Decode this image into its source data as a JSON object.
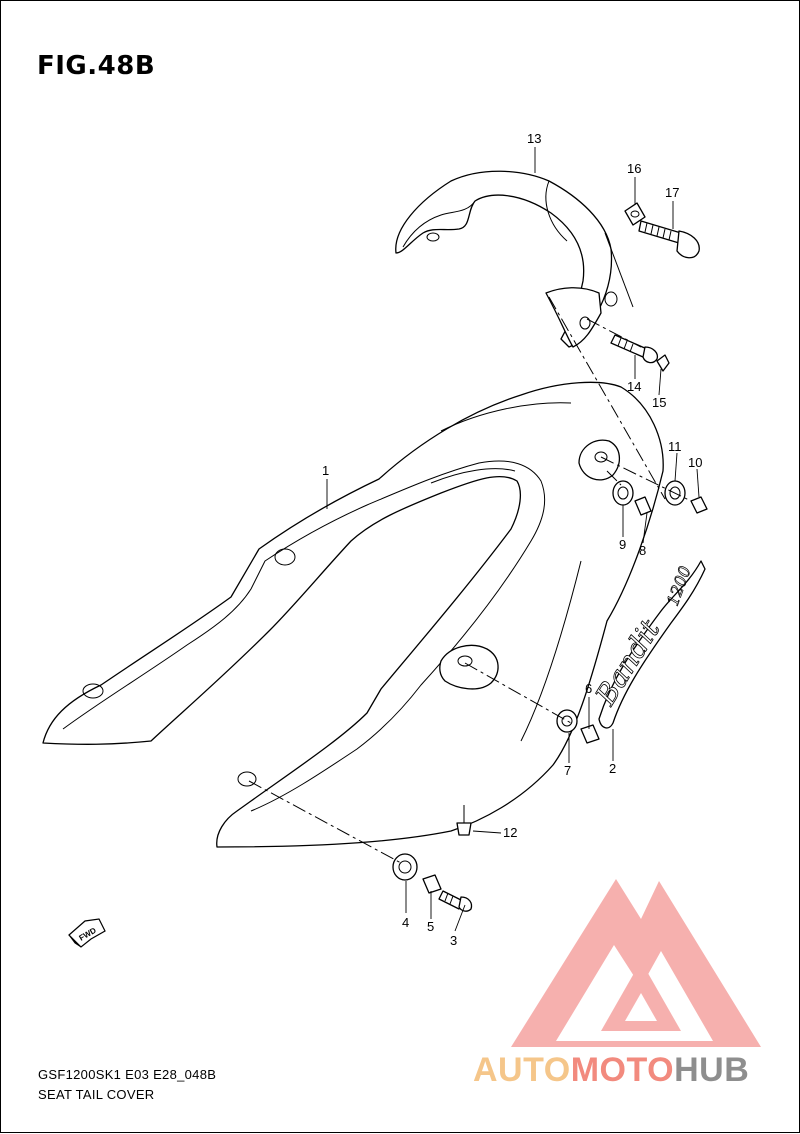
{
  "figure": {
    "title": "FIG.48B",
    "model_code": "GSF1200SK1 E03 E28_048B",
    "section_name": "SEAT TAIL COVER"
  },
  "emblem": {
    "script_text": "Bandit",
    "number": "1200"
  },
  "fwd_marker": {
    "label": "FWD",
    "icon": "forward-arrow-icon"
  },
  "callouts": {
    "c1": "1",
    "c2": "2",
    "c3": "3",
    "c4": "4",
    "c5": "5",
    "c6": "6",
    "c7": "7",
    "c8": "8",
    "c9": "9",
    "c10": "10",
    "c11": "11",
    "c12": "12",
    "c13": "13",
    "c14": "14",
    "c15": "15",
    "c16": "16",
    "c17": "17"
  },
  "watermark": {
    "part1": "AUTO",
    "part2": "MOTO",
    "part3": "HUB",
    "colors": {
      "auto": "#f5c68a",
      "moto": "#f28a7e",
      "hub": "#8e8e8e",
      "logo": "#f5a3a0"
    }
  }
}
